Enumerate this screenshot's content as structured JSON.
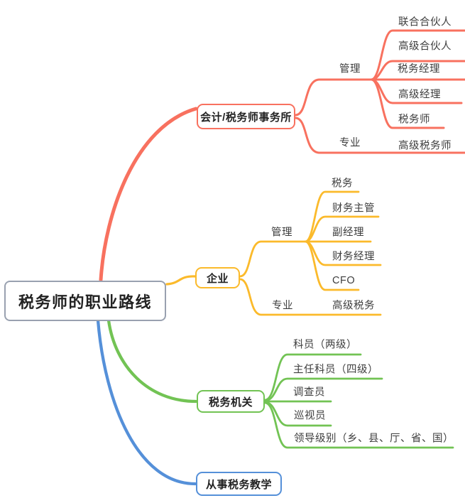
{
  "title": "税务师的职业路线",
  "palette": {
    "background": "#ffffff",
    "root_border": "#99a1b0",
    "node_text": "#222222",
    "leaf_text": "#3e3e3e",
    "branch_colors": [
      "#f8715f",
      "#fbba2b",
      "#72c354",
      "#5590d9"
    ]
  },
  "root": {
    "label": "税务师的职业路线"
  },
  "branches": [
    {
      "label": "会计/税务师事务所",
      "color": "#f8715f",
      "sub_labels": [
        "管理",
        "专业"
      ],
      "leaves": [
        "联合合伙人",
        "高级合伙人",
        "税务经理",
        "高级经理",
        "税务师",
        "高级税务师"
      ]
    },
    {
      "label": "企业",
      "color": "#fbba2b",
      "sub_labels": [
        "管理",
        "专业"
      ],
      "leaves": [
        "税务",
        "财务主管",
        "副经理",
        "财务经理",
        "CFO",
        "高级税务"
      ]
    },
    {
      "label": "税务机关",
      "color": "#72c354",
      "sub_labels": [],
      "leaves": [
        "科员（两级）",
        "主任科员（四级）",
        "调查员",
        "巡视员",
        "领导级别（乡、县、厅、省、国）"
      ]
    },
    {
      "label": "从事税务教学",
      "color": "#5590d9",
      "sub_labels": [],
      "leaves": []
    }
  ]
}
